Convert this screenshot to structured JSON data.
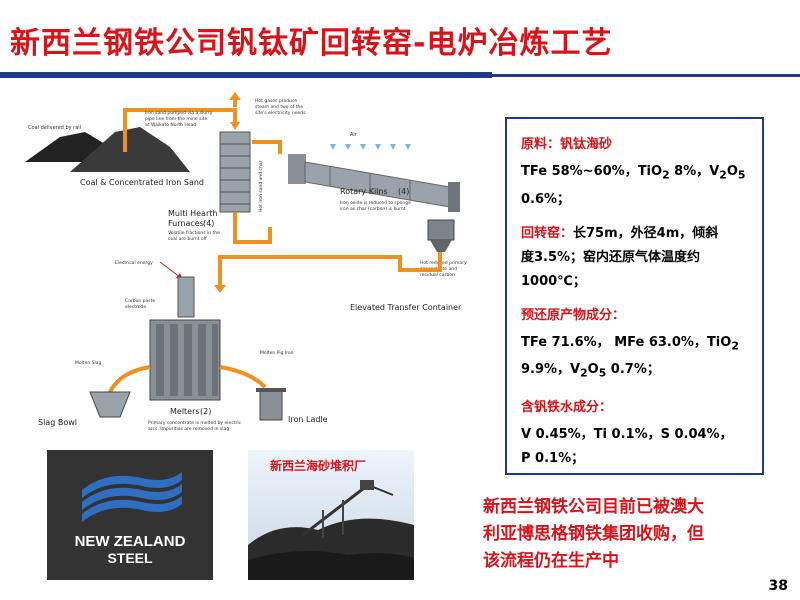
{
  "title": "新西兰钢铁公司钒钛矿回转窑-电炉冶炼工艺",
  "diagram": {
    "coal_delivered": "Coal delivered by rail",
    "iron_sand_pumped": [
      "Iron sand pumped via a slurry",
      "pipe line from the mine site",
      "at Waikato North Head"
    ],
    "hot_gases": [
      "Hot gases produce",
      "steam and two of the",
      "site's electricity needs"
    ],
    "air": "Air",
    "coal_iron_sand": "Coal & Concentrated Iron Sand",
    "rotary_kilns": "Rotary Kilns",
    "rotary_kilns_num": "(4)",
    "iron_oxide": [
      "Iron oxide is reduced to sponge",
      "iron as char (carbon) is burnt"
    ],
    "multi_hearth": [
      "Multi Hearth",
      "Furnaces"
    ],
    "multi_hearth_num": "(4)",
    "volatile": [
      "Volatile fractions in the",
      "coal are burnt off"
    ],
    "hot_iron_sand_coal": "Hot iron sand and char",
    "hot_reduced": [
      "Hot reduced primary",
      "concentrate and",
      "residual carbon"
    ],
    "electrical_energy": "Electrical energy",
    "elevated_transfer": "Elevated Transfer Container",
    "carbon_paste": [
      "Carbon paste",
      "electrode"
    ],
    "molten_slag": "Molten Slag",
    "molten_pig_iron": "Molten Pig Iron",
    "slag_bowl": "Slag Bowl",
    "melters": "Melters",
    "melters_num": "(2)",
    "iron_ladle": "Iron Ladle",
    "primary_melted": [
      "Primary concentrate is melted by electric",
      "arcs. Impurities are removed in slag"
    ]
  },
  "info": {
    "raw_label": "原料：钒钛海砂",
    "raw_line1": "TFe 58%~60%，TiO",
    "raw_line1_sub": "2",
    "raw_line1_b": " 8%，V",
    "raw_line1_sub2": "2",
    "raw_line1_c": "O",
    "raw_line1_sub3": "5",
    "raw_line2": "0.6%；",
    "kiln_label": "回转窑：",
    "kiln_text1": "长75m，外径4m，倾斜",
    "kiln_text2": "度3.5%；窑内还原气体温度约",
    "kiln_text3": "1000℃；",
    "pre_label": "预还原产物成分：",
    "pre_line1": "TFe 71.6%， MFe 63.0%，TiO",
    "pre_line1_sub": "2",
    "pre_line2a": "9.9%，V",
    "pre_line2_sub": "2",
    "pre_line2b": "O",
    "pre_line2_sub2": "5",
    "pre_line2c": " 0.7%；",
    "iron_label": "含钒铁水成分：",
    "iron_line1": "V 0.45%，Ti 0.1%，S 0.04%，",
    "iron_line2": "P 0.1%；"
  },
  "logo": {
    "line1": "NEW ZEALAND",
    "line2": "STEEL"
  },
  "photo": {
    "caption": "新西兰海砂堆积厂"
  },
  "note": [
    "新西兰钢铁公司目前已被澳大",
    "利亚博思格钢铁集团收购，但",
    "该流程仍在生产中"
  ],
  "page_number": "38"
}
